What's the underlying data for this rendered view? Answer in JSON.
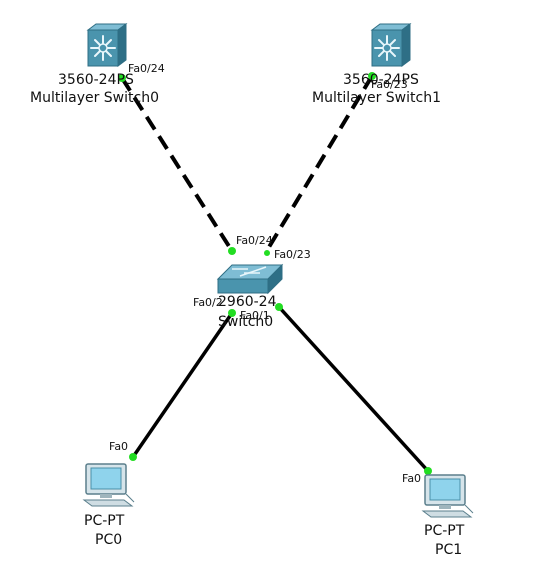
{
  "devices": {
    "mls0": {
      "model": "3560-24PS",
      "name": "Multilayer Switch0",
      "icon": "multilayer-switch-icon"
    },
    "mls1": {
      "model": "3560-24PS",
      "name": "Multilayer Switch1",
      "icon": "multilayer-switch-icon"
    },
    "sw0": {
      "model": "2960-24",
      "name": "Switch0",
      "icon": "switch-icon"
    },
    "pc0": {
      "model": "PC-PT",
      "name": "PC0",
      "icon": "pc-icon"
    },
    "pc1": {
      "model": "PC-PT",
      "name": "PC1",
      "icon": "pc-icon"
    }
  },
  "ports": {
    "mls0": "Fa0/24",
    "mls1": "Fa0/23",
    "sw0_a": "Fa0/24",
    "sw0_b": "Fa0/23",
    "sw0_c": "Fa0/2",
    "sw0_d": "Fa0/1",
    "pc0": "Fa0",
    "pc1": "Fa0"
  },
  "links": [
    {
      "from": "mls0",
      "to": "sw0",
      "style": "crossover-dashed"
    },
    {
      "from": "mls1",
      "to": "sw0",
      "style": "crossover-dashed"
    },
    {
      "from": "sw0",
      "to": "pc0",
      "style": "straight-through"
    },
    {
      "from": "sw0",
      "to": "pc1",
      "style": "straight-through"
    }
  ],
  "colors": {
    "link": "#000000",
    "port_up": "#22dd22",
    "switch_body": "#4a94ad",
    "pc_screen": "#8fd3ec"
  }
}
